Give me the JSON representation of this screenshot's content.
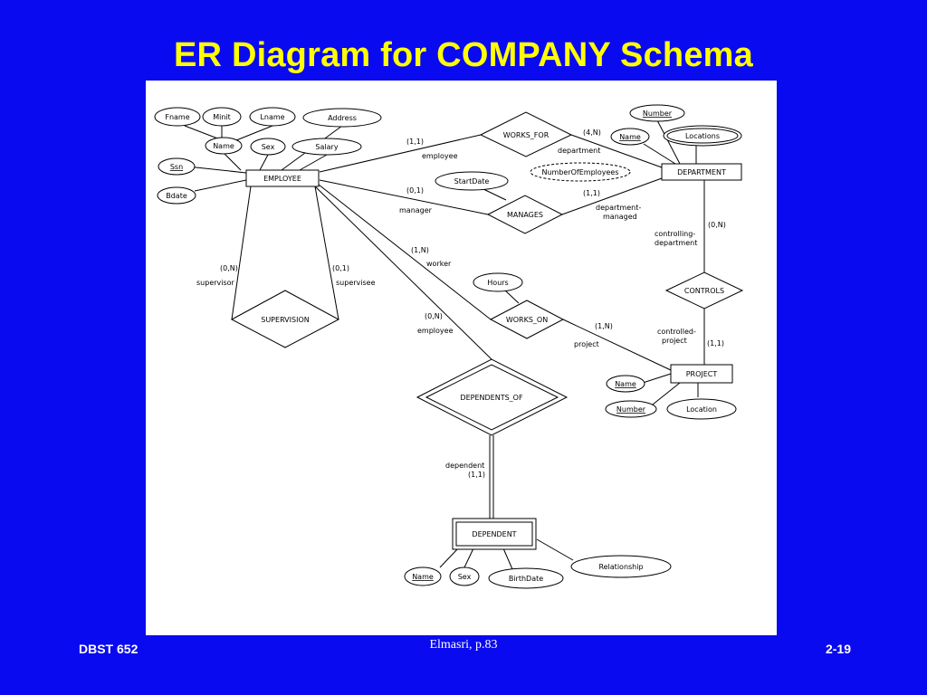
{
  "slide": {
    "title": "ER Diagram for COMPANY Schema",
    "footer_left": "DBST 652",
    "footer_center": "Elmasri, p.83",
    "footer_right": "2-19"
  },
  "entities": {
    "employee": "EMPLOYEE",
    "department": "DEPARTMENT",
    "project": "PROJECT",
    "dependent": "DEPENDENT"
  },
  "relationships": {
    "works_for": "WORKS_FOR",
    "manages": "MANAGES",
    "works_on": "WORKS_ON",
    "controls": "CONTROLS",
    "supervision": "SUPERVISION",
    "dependents_of": "DEPENDENTS_OF"
  },
  "attributes": {
    "fname": "Fname",
    "minit": "Minit",
    "lname": "Lname",
    "address": "Address",
    "emp_name": "Name",
    "emp_sex": "Sex",
    "salary": "Salary",
    "ssn": "Ssn",
    "bdate": "Bdate",
    "start_date": "StartDate",
    "hours": "Hours",
    "dept_number": "Number",
    "dept_name": "Name",
    "locations": "Locations",
    "number_of_employees": "NumberOfEmployees",
    "proj_name": "Name",
    "proj_number": "Number",
    "proj_location": "Location",
    "dep_name": "Name",
    "dep_sex": "Sex",
    "birth_date": "BirthDate",
    "relationship": "Relationship"
  },
  "cardinalities": {
    "works_for_employee": "(1,1)",
    "works_for_department": "(4,N)",
    "manages_employee": "(0,1)",
    "manages_department": "(1,1)",
    "supervision_supervisor": "(0,N)",
    "supervision_supervisee": "(0,1)",
    "works_on_employee": "(1,N)",
    "works_on_project": "(1,N)",
    "dependents_of_employee": "(0,N)",
    "dependents_of_dependent": "(1,1)",
    "controls_department": "(0,N)",
    "controls_project": "(1,1)"
  },
  "roles": {
    "employee": "employee",
    "department": "department",
    "manager": "manager",
    "department_managed_1": "department-",
    "department_managed_2": "managed",
    "supervisor": "supervisor",
    "supervisee": "supervisee",
    "worker": "worker",
    "project": "project",
    "employee_2": "employee",
    "dependent": "dependent",
    "controlling_department_1": "controlling-",
    "controlling_department_2": "department",
    "controlled_project_1": "controlled-",
    "controlled_project_2": "project"
  }
}
